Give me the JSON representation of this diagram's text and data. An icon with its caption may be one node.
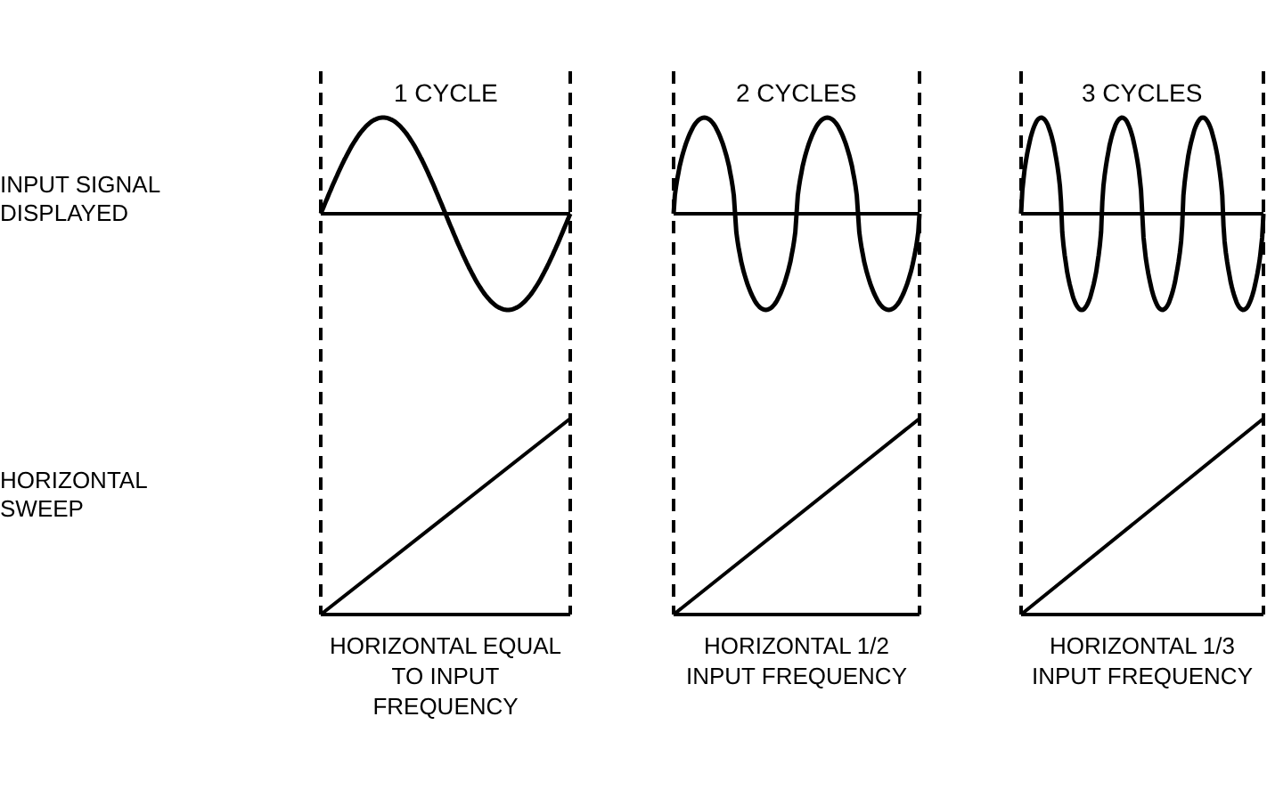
{
  "diagram": {
    "labels": [
      "1 CYCLE",
      "2 CYCLES",
      "3 CYCLES",
      "INPUT SIGNAL DISPLAYED",
      "HORIZONTAL SWEEP",
      "HORIZONTAL EQUAL TO INPUT FREQUENCY",
      "HORIZONTAL 1/2 INPUT FREQUENCY",
      "HORIZONTAL 1/3 INPUT FREQUENCY"
    ]
  }
}
